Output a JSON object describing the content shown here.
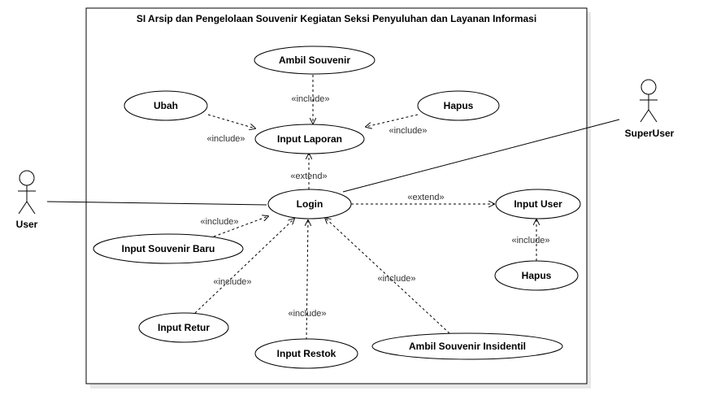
{
  "system": {
    "title": "SI  Arsip dan Pengelolaan Souvenir Kegiatan Seksi Penyuluhan dan Layanan Informasi"
  },
  "actors": {
    "user": "User",
    "superuser": "SuperUser"
  },
  "use_cases": {
    "ambil_souvenir": "Ambil Souvenir",
    "ubah": "Ubah",
    "hapus_laporan": "Hapus",
    "input_laporan": "Input Laporan",
    "login": "Login",
    "input_user": "Input User",
    "input_souvenir_baru": "Input Souvenir Baru",
    "hapus_user": "Hapus",
    "input_retur": "Input Retur",
    "input_restok": "Input Restok",
    "ambil_souvenir_insidentil": "Ambil Souvenir Insidentil"
  },
  "stereotypes": {
    "include_ambil": "«include»",
    "include_ubah": "«include»",
    "include_hapus": "«include»",
    "extend_laporan": "«extend»",
    "extend_user": "«extend»",
    "include_souvenir_baru": "«include»",
    "include_retur": "«include»",
    "include_restok": "«include»",
    "include_insidentil": "«include»",
    "include_hapus_user": "«include»"
  }
}
